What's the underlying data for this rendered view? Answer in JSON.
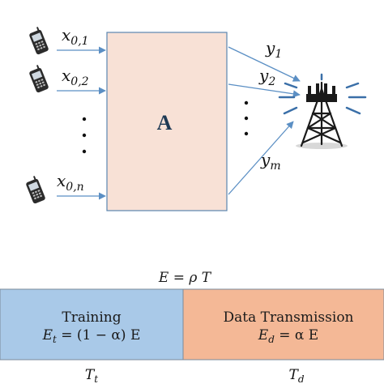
{
  "matrix": {
    "label": "A"
  },
  "inputs": [
    {
      "var": "x",
      "sub": "0,1"
    },
    {
      "var": "x",
      "sub": "0,2"
    },
    {
      "var": "x",
      "sub": "0,n"
    }
  ],
  "outputs": [
    {
      "var": "y",
      "sub": "1"
    },
    {
      "var": "y",
      "sub": "2"
    },
    {
      "var": "y",
      "sub": "m"
    }
  ],
  "energy_equation": "E = ρ T",
  "phases": [
    {
      "title": "Training",
      "formula": "E_t = (1 − α) E",
      "formula_display": {
        "var": "E",
        "sub": "t",
        "rest": " = (1 − α) E"
      },
      "time": {
        "var": "T",
        "sub": "t"
      }
    },
    {
      "title": "Data Transmission",
      "formula": "E_d = α E",
      "formula_display": {
        "var": "E",
        "sub": "d",
        "rest": " = α E"
      },
      "time": {
        "var": "T",
        "sub": "d"
      }
    }
  ],
  "colors": {
    "matrix_fill": "#f8e1d6",
    "matrix_stroke": "#5a86b0",
    "arrow": "#5b8fc4",
    "training_fill": "#a9c9e8",
    "data_fill": "#f4b896",
    "phase_stroke": "#7a8a9a"
  },
  "icons": [
    "mobile-phone-icon",
    "cell-tower-icon"
  ]
}
